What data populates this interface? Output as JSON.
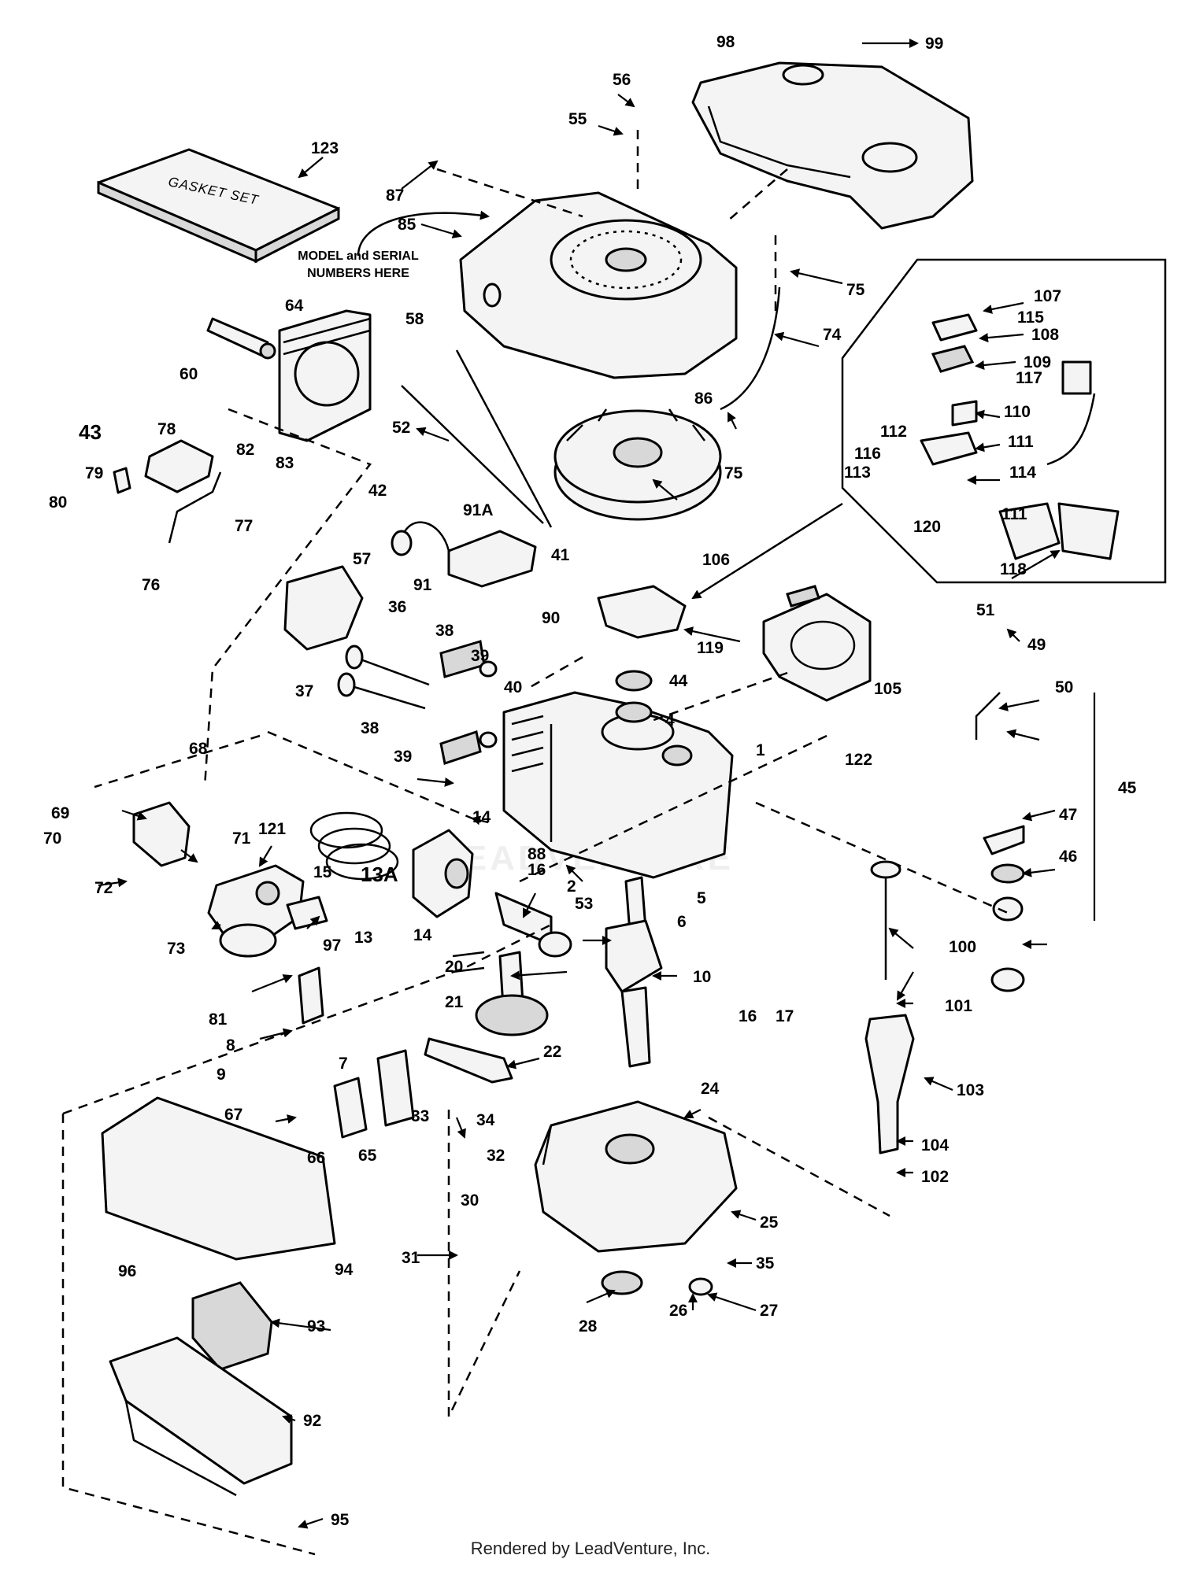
{
  "diagram": {
    "gasket_box_label": "GASKET SET",
    "model_label_line1": "MODEL and SERIAL",
    "model_label_line2": "NUMBERS HERE",
    "watermark": "LEADVENTURE",
    "footer": "Rendered by LeadVenture, Inc."
  },
  "callouts": {
    "c98": "98",
    "c99": "99",
    "c56": "56",
    "c55": "55",
    "c123": "123",
    "c87": "87",
    "c85": "85",
    "c75a": "75",
    "c74": "74",
    "c64": "64",
    "c58": "58",
    "c60": "60",
    "c86": "86",
    "c75b": "75",
    "c52": "52",
    "c43": "43",
    "c78": "78",
    "c82": "82",
    "c83": "83",
    "c79": "79",
    "c80": "80",
    "c77": "77",
    "c76": "76",
    "c42": "42",
    "c91A": "91A",
    "c41": "41",
    "c106": "106",
    "c107": "107",
    "c115": "115",
    "c108": "108",
    "c109": "109",
    "c117": "117",
    "c110": "110",
    "c112": "112",
    "c111a": "111",
    "c116": "116",
    "c113": "113",
    "c114": "114",
    "c111b": "111",
    "c120": "120",
    "c118": "118",
    "c57": "57",
    "c91": "91",
    "c36": "36",
    "c38a": "38",
    "c39a": "39",
    "c90": "90",
    "c119": "119",
    "c105": "105",
    "c51": "51",
    "c49": "49",
    "c37": "37",
    "c40": "40",
    "c44": "44",
    "c50": "50",
    "c38b": "38",
    "c39b": "39",
    "c4": "4",
    "c122": "122",
    "c1": "1",
    "c68": "68",
    "c69": "69",
    "c121": "121",
    "c71": "71",
    "c15": "15",
    "c14a": "14",
    "c88": "88",
    "c47": "47",
    "c45": "45",
    "c46": "46",
    "c70": "70",
    "c72": "72",
    "c16a": "16",
    "c13A": "13A",
    "c2": "2",
    "c5": "5",
    "c53": "53",
    "c6": "6",
    "c73": "73",
    "c97": "97",
    "c14b": "14",
    "c13": "13",
    "c100": "100",
    "c20": "20",
    "c10": "10",
    "c21": "21",
    "c81": "81",
    "c16b": "16",
    "c17": "17",
    "c101": "101",
    "c8": "8",
    "c7": "7",
    "c22": "22",
    "c9": "9",
    "c103": "103",
    "c24": "24",
    "c67": "67",
    "c33": "33",
    "c34": "34",
    "c104": "104",
    "c32": "32",
    "c66": "66",
    "c65": "65",
    "c102": "102",
    "c30": "30",
    "c25": "25",
    "c94": "94",
    "c31": "31",
    "c96": "96",
    "c35": "35",
    "c93": "93",
    "c26": "26",
    "c27": "27",
    "c28": "28",
    "c92": "92",
    "c95": "95"
  }
}
